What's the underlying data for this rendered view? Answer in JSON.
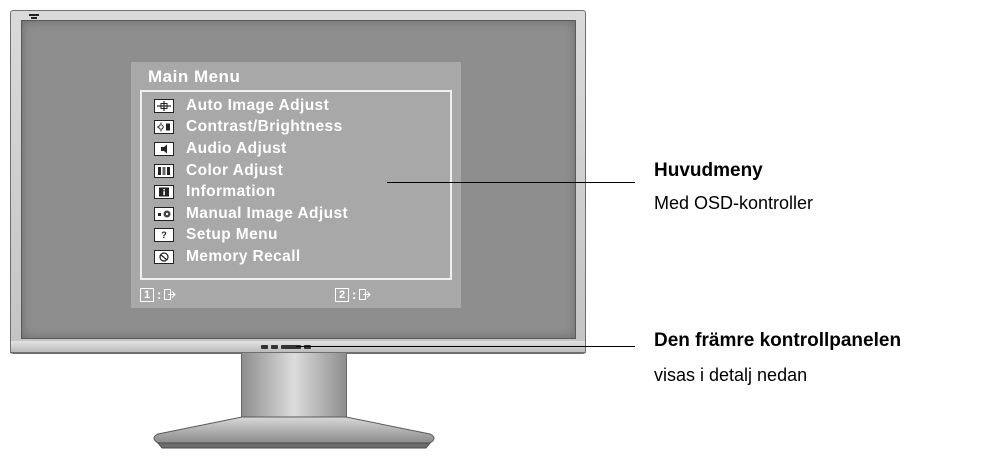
{
  "osd": {
    "title": "Main Menu",
    "items": [
      {
        "label": "Auto Image Adjust",
        "icon": "crosshair-icon"
      },
      {
        "label": "Contrast/Brightness",
        "icon": "sun-contrast-icon"
      },
      {
        "label": "Audio Adjust",
        "icon": "speaker-icon"
      },
      {
        "label": "Color Adjust",
        "icon": "color-bars-icon"
      },
      {
        "label": "Information",
        "icon": "info-icon"
      },
      {
        "label": "Manual Image Adjust",
        "icon": "manual-adjust-icon"
      },
      {
        "label": "Setup Menu",
        "icon": "question-icon"
      },
      {
        "label": "Memory Recall",
        "icon": "memory-recall-icon"
      }
    ],
    "footer": {
      "key1": "1",
      "key2": "2",
      "separator": ":"
    }
  },
  "callouts": {
    "main_menu": {
      "title": "Huvudmeny",
      "subtitle": "Med OSD-kontroller"
    },
    "control_panel": {
      "title": "Den främre kontrollpanelen",
      "subtitle": "visas i detalj nedan"
    }
  }
}
